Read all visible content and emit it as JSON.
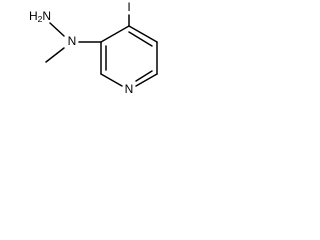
{
  "structure": {
    "name": "",
    "atoms": {
      "iodine": "I",
      "ring_nitrogen": "N",
      "hydrazine_nitrogen": "N",
      "amine": {
        "symbol": "H",
        "subscript": "2",
        "nitrogen": "N"
      }
    },
    "bond_color": "#000000",
    "label_color": "#000000"
  }
}
